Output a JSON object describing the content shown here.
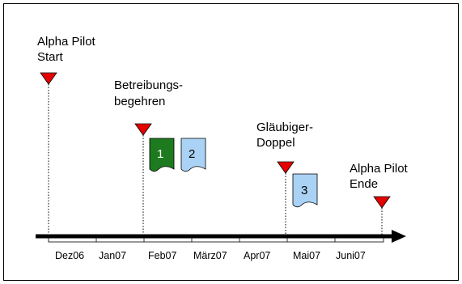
{
  "milestones": [
    {
      "id": "alpha-start",
      "lines": [
        "Alpha Pilot",
        "Start"
      ]
    },
    {
      "id": "betreibung",
      "lines": [
        "Betreibungs-",
        "begehren"
      ]
    },
    {
      "id": "glaeubiger",
      "lines": [
        "Gläubiger-",
        "Doppel"
      ]
    },
    {
      "id": "alpha-end",
      "lines": [
        "Alpha Pilot",
        "Ende"
      ]
    }
  ],
  "documents": [
    {
      "number": "1",
      "fill": "#1e7a1e",
      "text_color": "#ffffff"
    },
    {
      "number": "2",
      "fill": "#a9d2f5",
      "text_color": "#000000"
    },
    {
      "number": "3",
      "fill": "#a9d2f5",
      "text_color": "#000000"
    }
  ],
  "timeline": {
    "months": [
      "Dez06",
      "Jan07",
      "Feb07",
      "März07",
      "Apr07",
      "Mai07",
      "Juni07"
    ]
  },
  "colors": {
    "marker": "#e60000",
    "axis": "#000000"
  }
}
